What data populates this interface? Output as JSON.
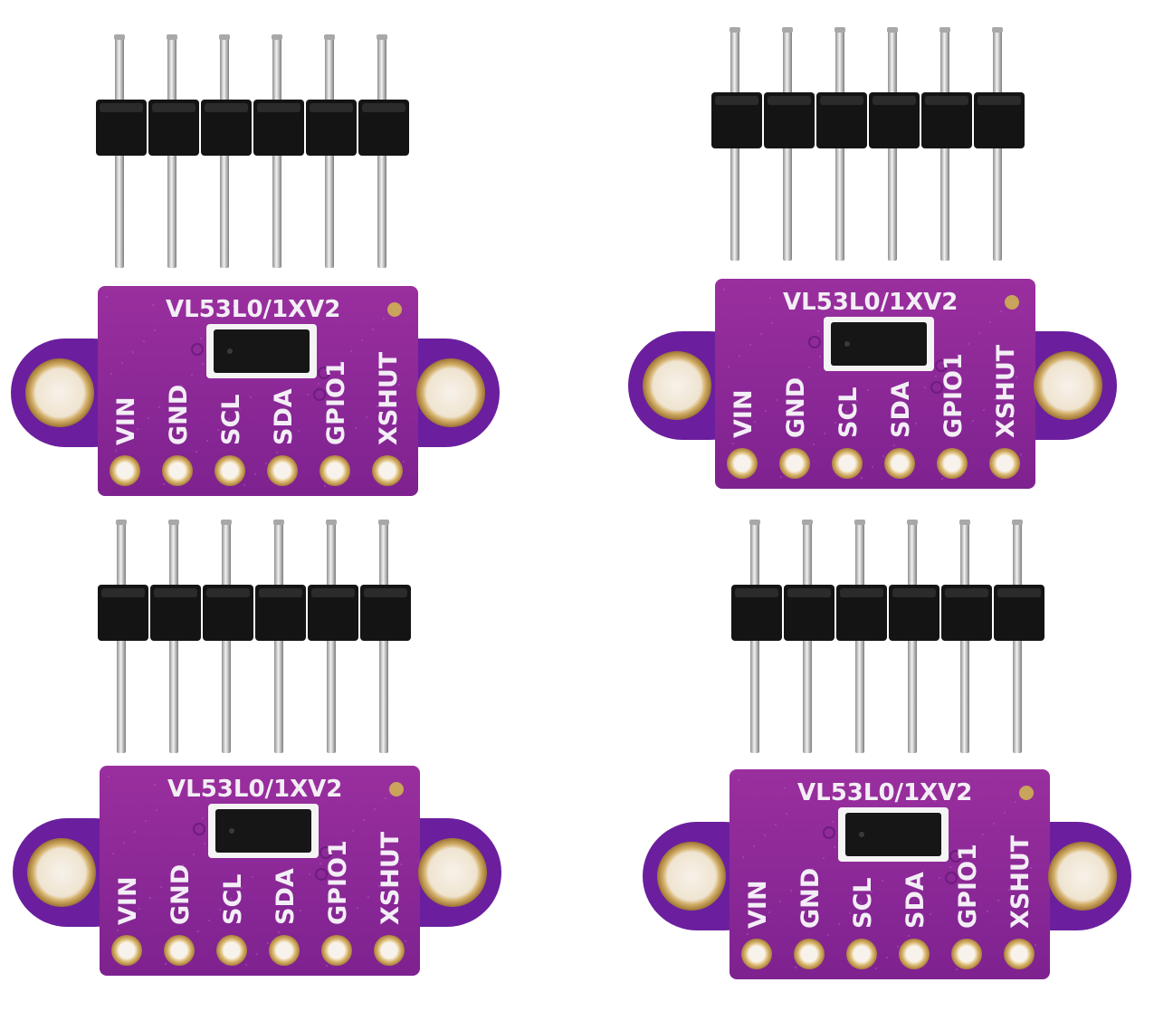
{
  "scene": {
    "background": "#ffffff",
    "board_color": "#7a2a8c",
    "board_color_light": "#9b3aab",
    "board_edge_color": "#6b1f9e",
    "pad_gold": "#c9a45a",
    "header_plastic": "#141414",
    "pin_metal": "#cfcfcf"
  },
  "modules": [
    {
      "id": "top-left",
      "model": "VL53L0/1XV2",
      "pins": [
        "VIN",
        "GND",
        "SCL",
        "SDA",
        "GPIO1",
        "XSHUT"
      ]
    },
    {
      "id": "top-right",
      "model": "VL53L0/1XV2",
      "pins": [
        "VIN",
        "GND",
        "SCL",
        "SDA",
        "GPIO1",
        "XSHUT"
      ]
    },
    {
      "id": "bottom-left",
      "model": "VL53L0/1XV2",
      "pins": [
        "VIN",
        "GND",
        "SCL",
        "SDA",
        "GPIO1",
        "XSHUT"
      ]
    },
    {
      "id": "bottom-right",
      "model": "VL53L0/1XV2",
      "pins": [
        "VIN",
        "GND",
        "SCL",
        "SDA",
        "GPIO1",
        "XSHUT"
      ]
    }
  ]
}
